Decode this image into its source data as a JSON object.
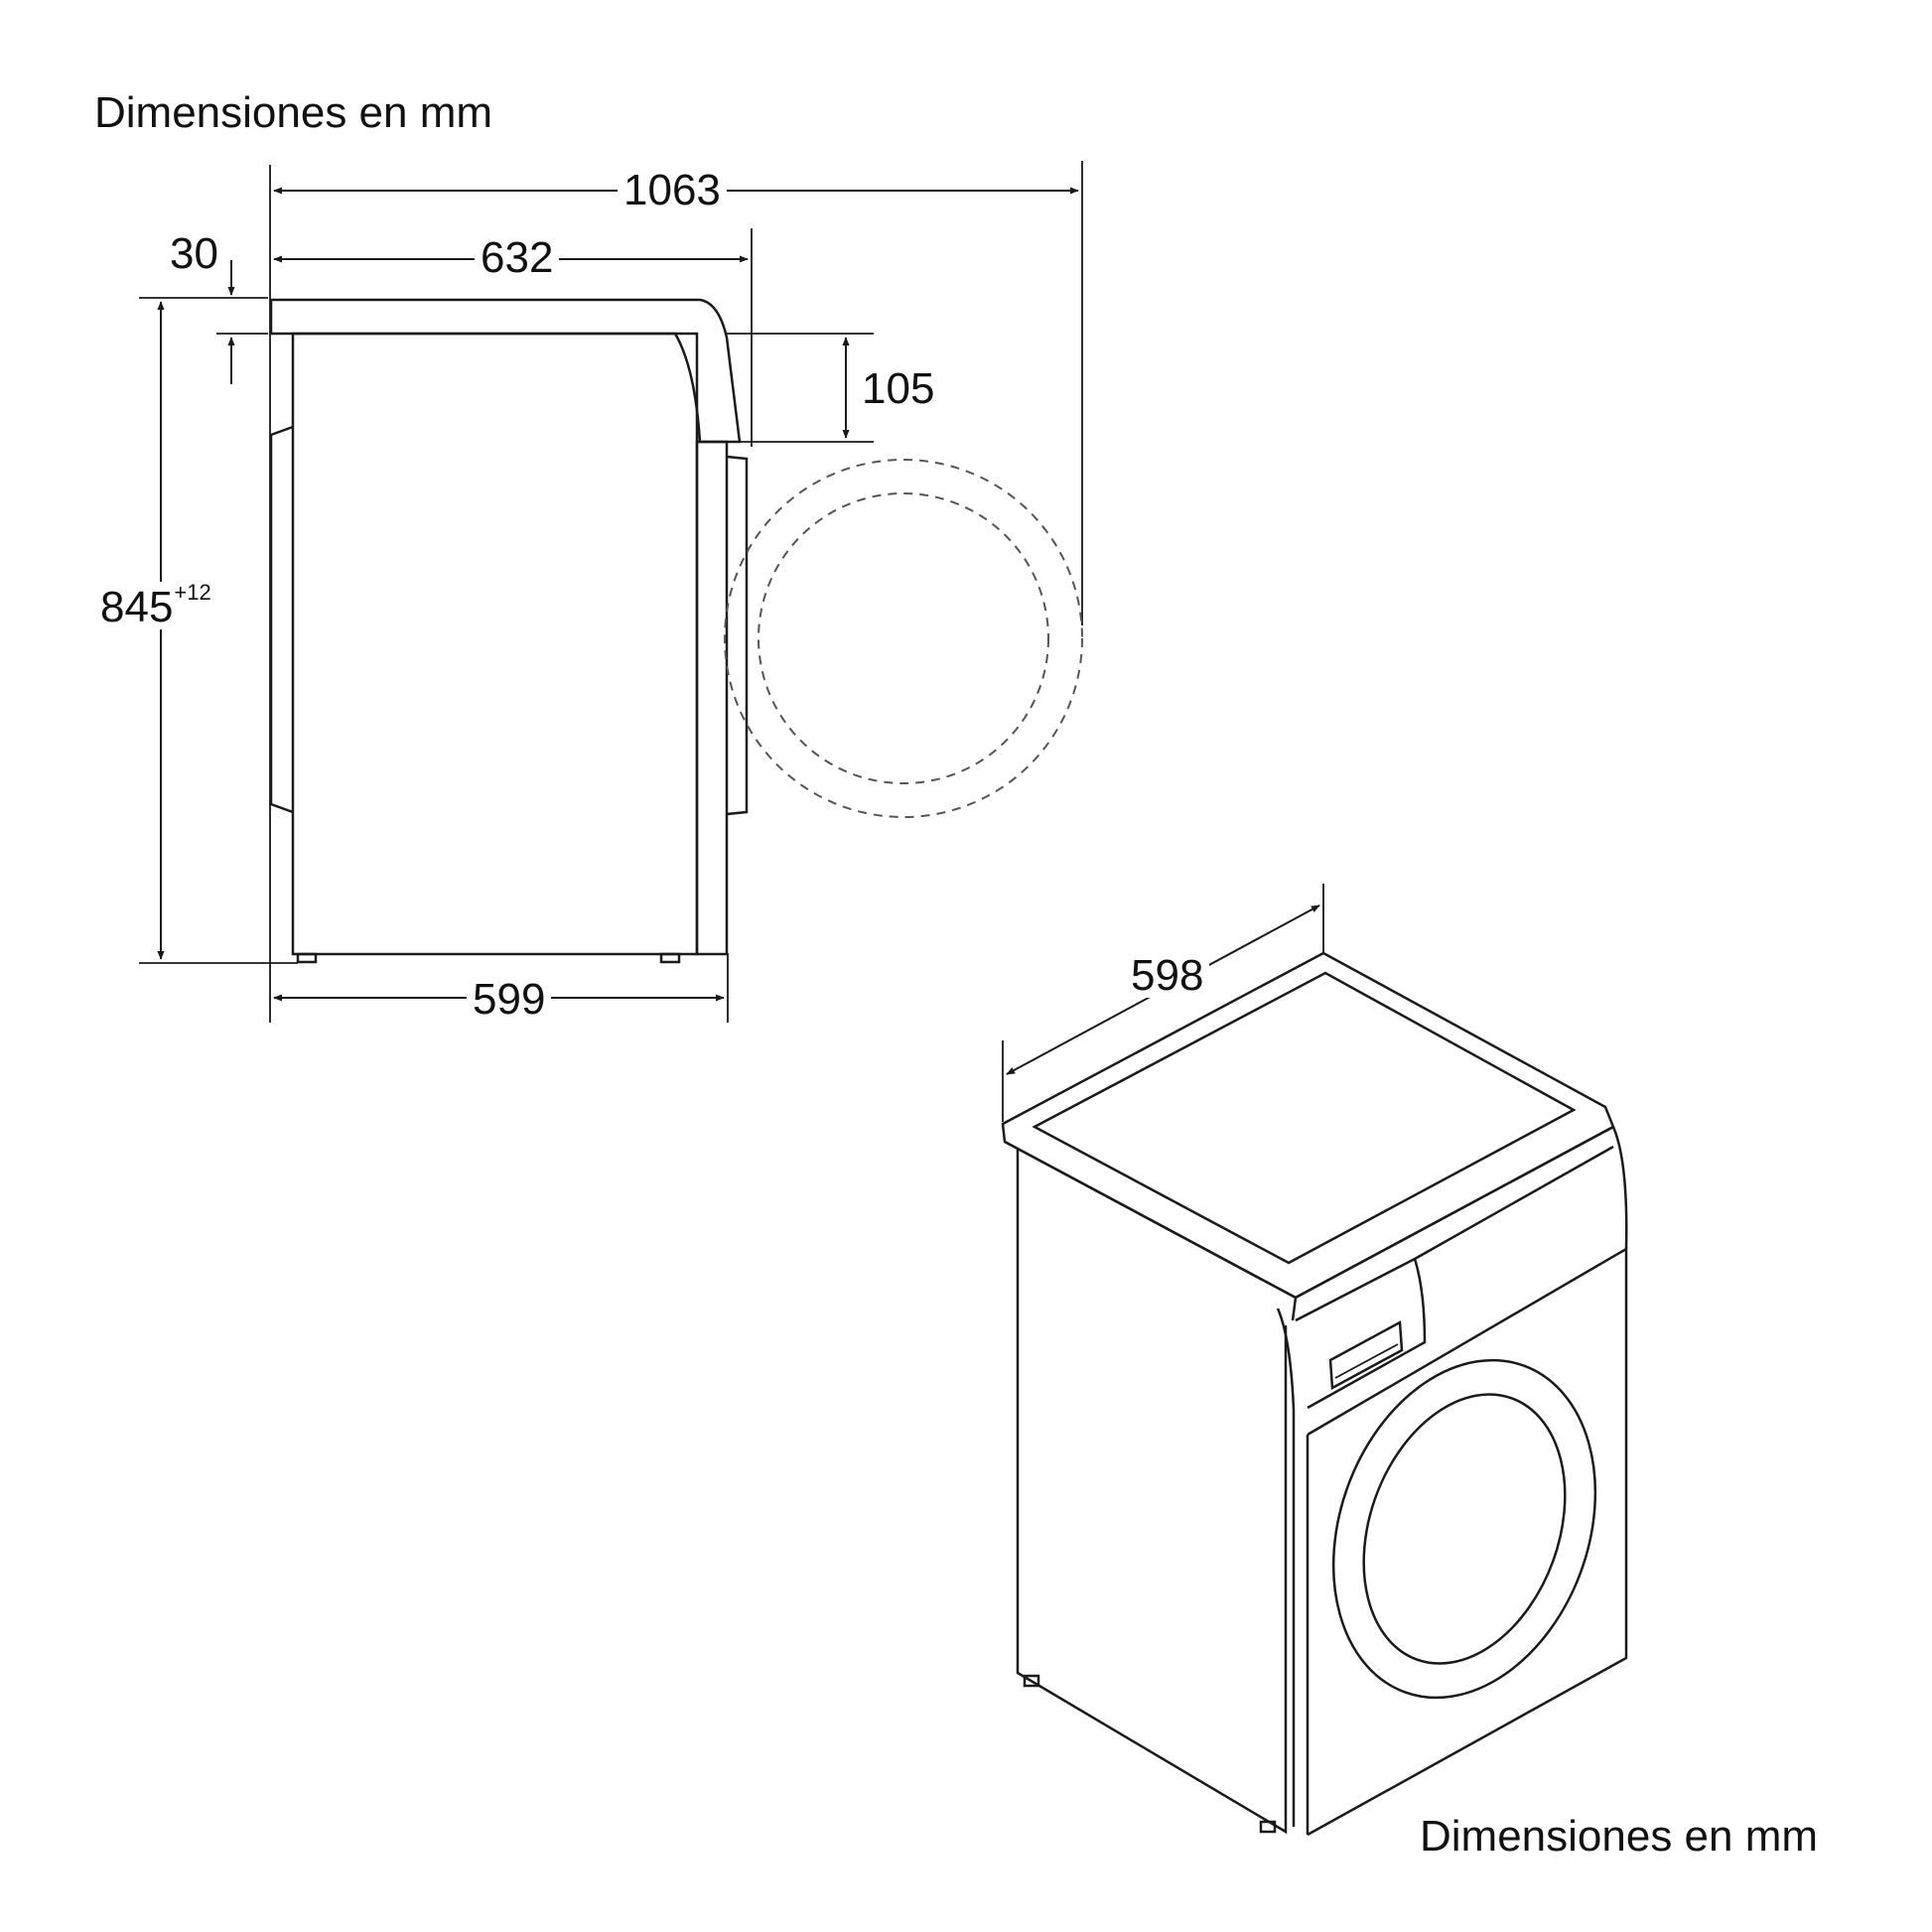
{
  "side_view": {
    "title": "Dimensiones en mm",
    "dims": {
      "total_depth_door_open": "1063",
      "depth_with_door": "632",
      "top_offset": "30",
      "height": "845",
      "height_tolerance": "+12",
      "panel_height": "105",
      "depth_body": "599"
    }
  },
  "iso_view": {
    "title": "Dimensiones en mm",
    "dims": {
      "width": "598"
    }
  },
  "colors": {
    "line": "#1a1a1a",
    "dashed": "#555555",
    "background": "#ffffff"
  }
}
